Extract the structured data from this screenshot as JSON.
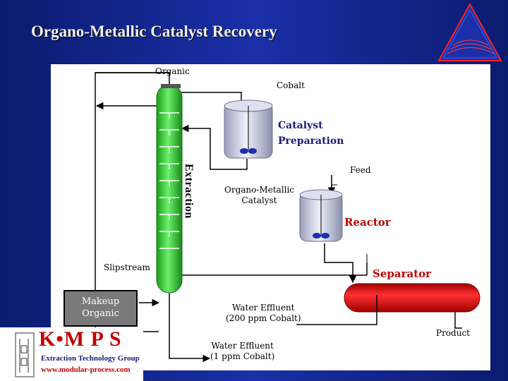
{
  "title": "Organo-Metallic Catalyst Recovery",
  "labels": {
    "organic": "Organic",
    "cobalt": "Cobalt",
    "catalyst_prep_line1": "Catalyst",
    "catalyst_prep_line2": "Preparation",
    "extraction": "Extraction",
    "feed": "Feed",
    "organo_metallic_line1": "Organo-Metallic",
    "organo_metallic_line2": "Catalyst",
    "reactor": "Reactor",
    "slipstream": "Slipstream",
    "separator": "Separator",
    "makeup_line1": "Makeup",
    "makeup_line2": "Organic",
    "water_effluent_200_line1": "Water Effluent",
    "water_effluent_200_line2": "(200 ppm Cobalt)",
    "product": "Product",
    "water_effluent_1_line1": "Water Effluent",
    "water_effluent_1_line2": "(1 ppm Cobalt)"
  },
  "logo": {
    "brand": "K•M P S",
    "subtitle": "Extraction Technology Group",
    "url": "www.modular-process.com"
  },
  "colors": {
    "background": "#1a2fa8",
    "column": "#2ecc2e",
    "separator": "#e01010",
    "vessel": "#c9cde0",
    "accent_red": "#c00000"
  }
}
